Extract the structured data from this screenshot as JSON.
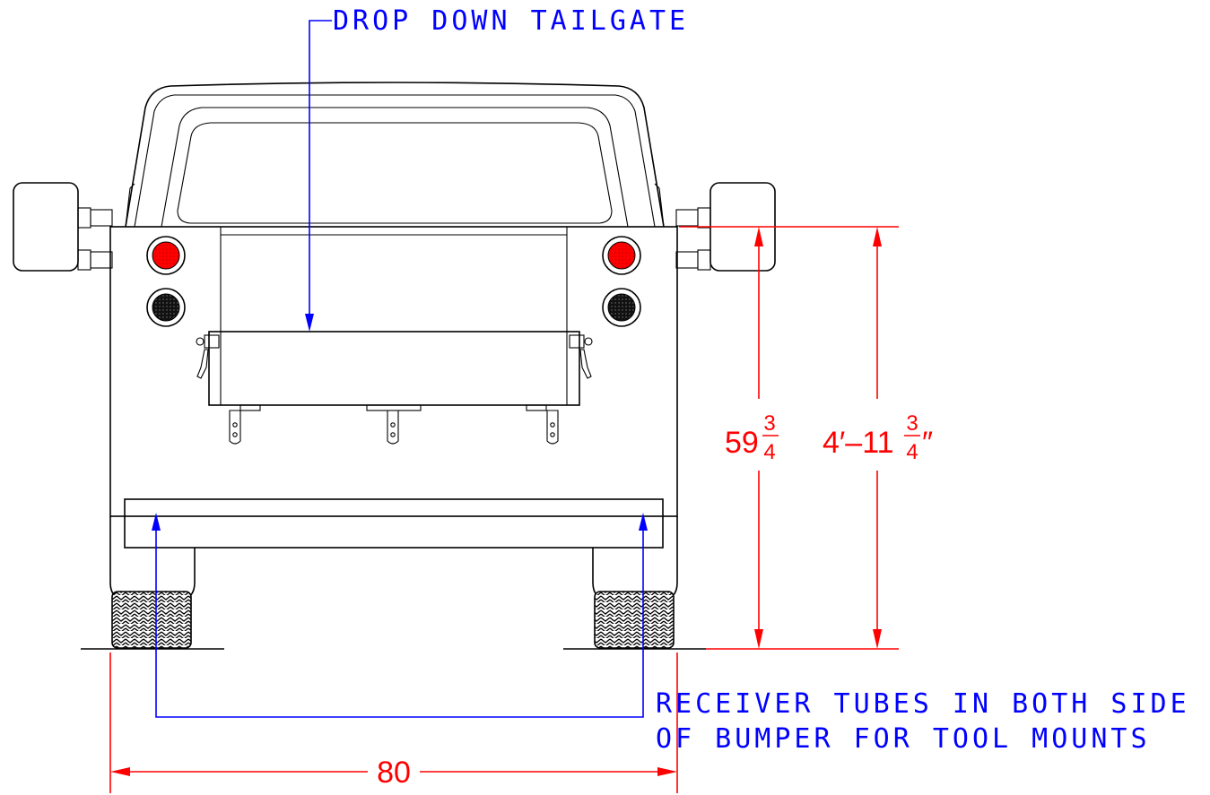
{
  "annotations": {
    "tailgate": "DROP DOWN TAILGATE",
    "receiver_line1": "RECEIVER TUBES IN BOTH SIDE",
    "receiver_line2": "OF BUMPER FOR TOOL MOUNTS"
  },
  "dimensions": {
    "width": "80",
    "height_inches_whole": "59",
    "height_inches_num": "3",
    "height_inches_den": "4",
    "height_feet_whole": "4′–11",
    "height_feet_num": "3",
    "height_feet_den": "4",
    "height_feet_unit": "″"
  },
  "colors": {
    "outline": "#000000",
    "annotation": "#0000ff",
    "dimension": "#ff0000",
    "tail_light": "#ff0000",
    "reverse_light": "#111111"
  }
}
